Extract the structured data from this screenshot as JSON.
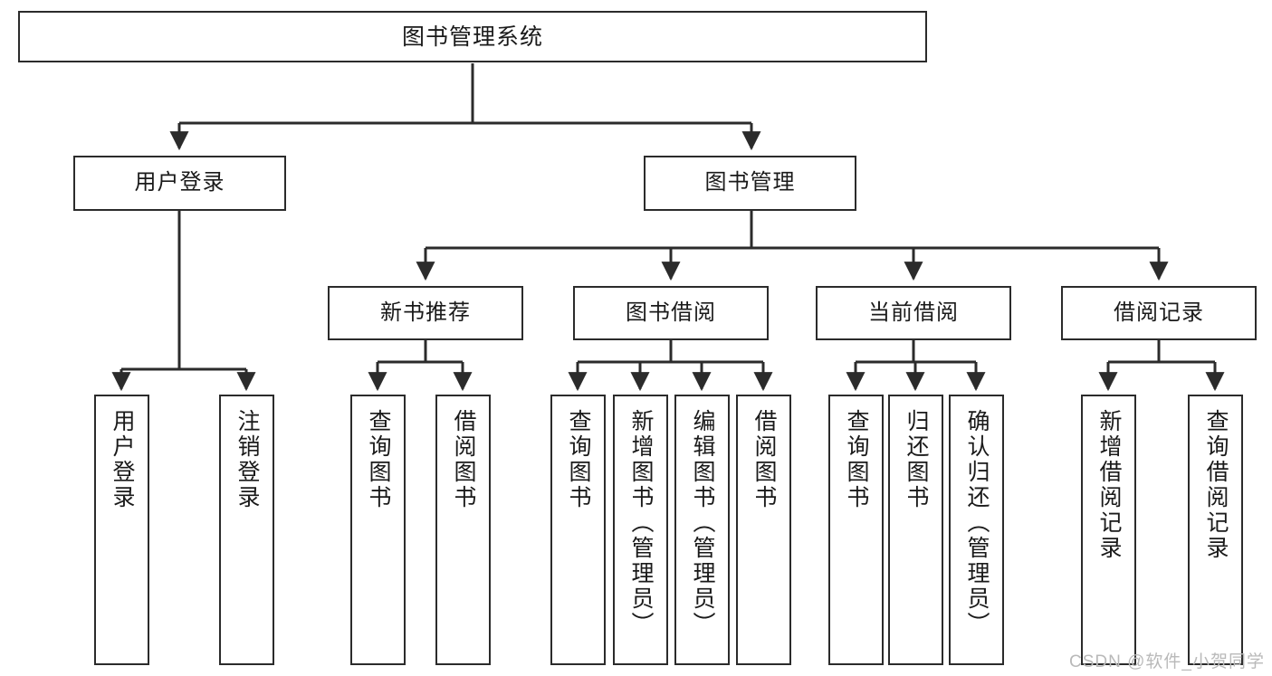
{
  "diagram": {
    "title": "图书管理系统",
    "type": "tree-hierarchy",
    "root": {
      "id": "root",
      "label": "图书管理系统"
    },
    "level2": [
      {
        "id": "user-login",
        "label": "用户登录"
      },
      {
        "id": "book-management",
        "label": "图书管理"
      }
    ],
    "level3": [
      {
        "id": "new-book-recommend",
        "label": "新书推荐",
        "parent": "book-management"
      },
      {
        "id": "book-borrow",
        "label": "图书借阅",
        "parent": "book-management"
      },
      {
        "id": "current-borrow",
        "label": "当前借阅",
        "parent": "book-management"
      },
      {
        "id": "borrow-record",
        "label": "借阅记录",
        "parent": "book-management"
      }
    ],
    "leaves": {
      "user_login": [
        {
          "id": "leaf-user-login",
          "label": "用户登录"
        },
        {
          "id": "leaf-logout-login",
          "label": "注销登录"
        }
      ],
      "new_book_recommend": [
        {
          "id": "leaf-query-book-1",
          "label": "查询图书"
        },
        {
          "id": "leaf-borrow-book-1",
          "label": "借阅图书"
        }
      ],
      "book_borrow": [
        {
          "id": "leaf-query-book-2",
          "label": "查询图书"
        },
        {
          "id": "leaf-add-book",
          "label": "新增图书（管理员）"
        },
        {
          "id": "leaf-edit-book",
          "label": "编辑图书（管理员）"
        },
        {
          "id": "leaf-borrow-book-2",
          "label": "借阅图书"
        }
      ],
      "current_borrow": [
        {
          "id": "leaf-query-book-3",
          "label": "查询图书"
        },
        {
          "id": "leaf-return-book",
          "label": "归还图书"
        },
        {
          "id": "leaf-confirm-return",
          "label": "确认归还（管理员）"
        }
      ],
      "borrow_record": [
        {
          "id": "leaf-add-record",
          "label": "新增借阅记录"
        },
        {
          "id": "leaf-query-record",
          "label": "查询借阅记录"
        }
      ]
    }
  },
  "watermark": {
    "text": "CSDN @软件_小贺同学"
  },
  "colors": {
    "stroke": "#2b2b2b",
    "fill": "#ffffff",
    "text": "#1a1a1a",
    "watermark": "#b9b9b9"
  }
}
